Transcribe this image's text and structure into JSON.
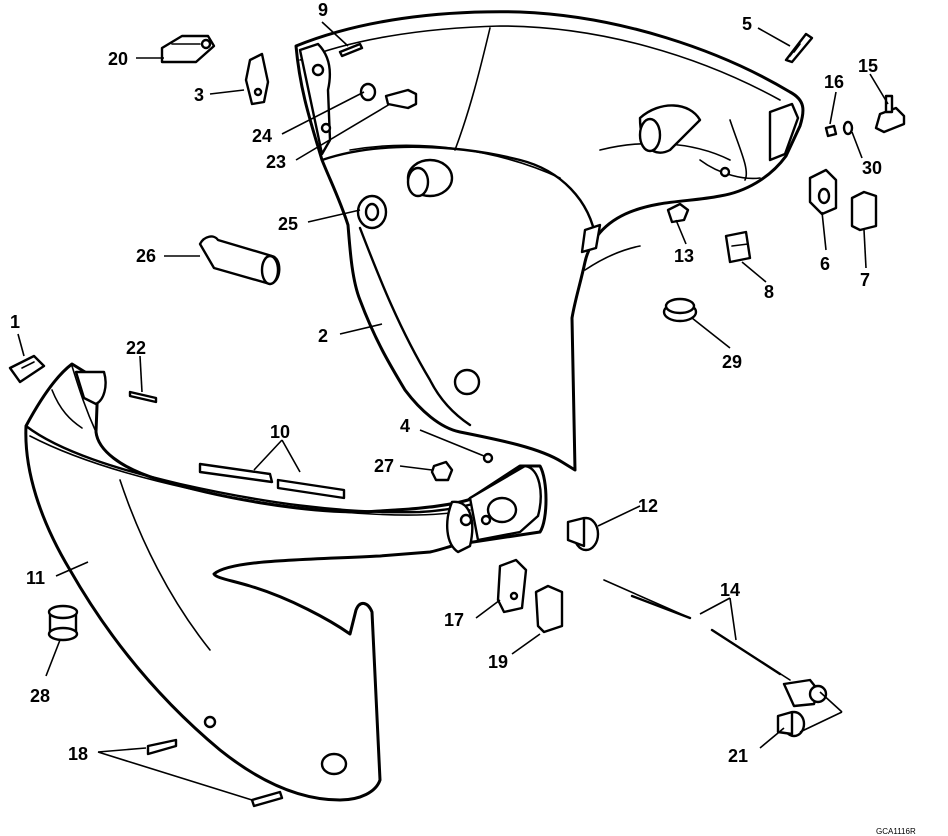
{
  "figure_code": "GCA1116R",
  "callouts": [
    "1",
    "2",
    "3",
    "4",
    "5",
    "6",
    "7",
    "8",
    "9",
    "10",
    "11",
    "12",
    "13",
    "14",
    "15",
    "16",
    "17",
    "18",
    "19",
    "20",
    "21",
    "22",
    "23",
    "24",
    "25",
    "26",
    "27",
    "28",
    "29",
    "30"
  ],
  "colors": {
    "ink": "#000000",
    "paper": "#ffffff"
  }
}
